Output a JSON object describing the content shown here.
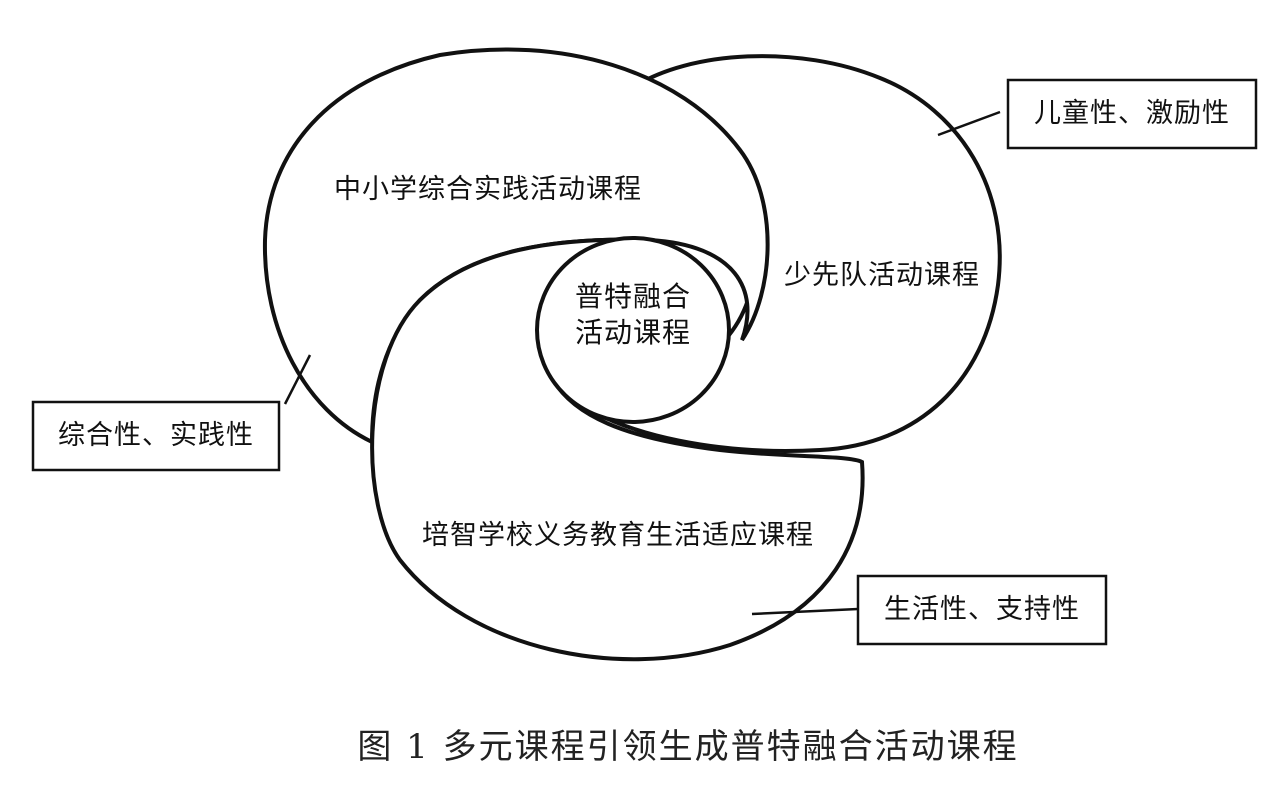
{
  "diagram": {
    "sections": {
      "primary": "中小学综合实践活动课程",
      "pioneer": "少先队活动课程",
      "special": "培智学校义务教育生活适应课程"
    },
    "center": {
      "line1": "普特融合",
      "line2": "活动课程"
    },
    "callouts": {
      "pioneer": "儿童性、激励性",
      "primary": "综合性、实践性",
      "special": "生活性、支持性"
    }
  },
  "caption": "图 1 多元课程引领生成普特融合活动课程"
}
